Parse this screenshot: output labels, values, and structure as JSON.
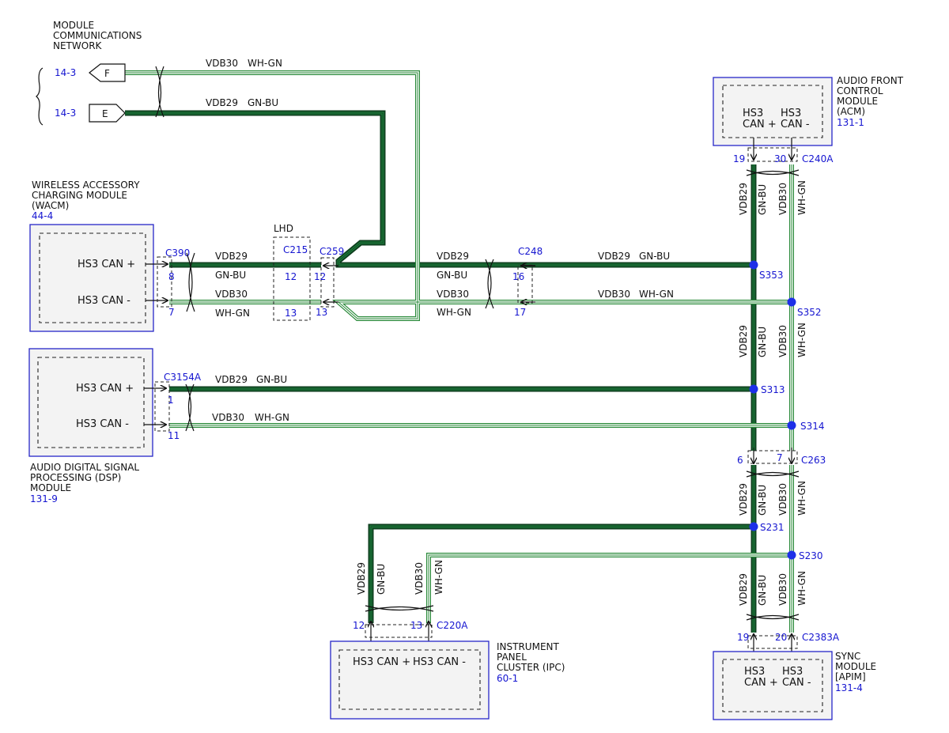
{
  "network": {
    "title": [
      "MODULE",
      "COMMUNICATIONS",
      "NETWORK"
    ],
    "ref_f": "14-3",
    "ref_e": "14-3",
    "conn_f": "F",
    "conn_e": "E"
  },
  "wires": {
    "vdb30": "VDB30",
    "vdb29": "VDB29",
    "wh_gn": "WH-GN",
    "gn_bu": "GN-BU"
  },
  "wacm": {
    "title": [
      "WIRELESS ACCESSORY",
      "CHARGING MODULE",
      "(WACM)"
    ],
    "ref": "44-4",
    "can_plus": "HS3 CAN +",
    "can_minus": "HS3 CAN -",
    "connector": "C390",
    "pin_plus": "8",
    "pin_minus": "7"
  },
  "lhd": {
    "label": "LHD",
    "connector": "C215",
    "pin_a": "12",
    "pin_b": "13"
  },
  "c259": {
    "connector": "C259",
    "pin_a": "12",
    "pin_b": "13"
  },
  "c248": {
    "connector": "C248",
    "pin_a": "16",
    "pin_b": "17"
  },
  "acm": {
    "title": [
      "AUDIO FRONT",
      "CONTROL",
      "MODULE",
      "(ACM)"
    ],
    "ref": "131-1",
    "can_plus": [
      "HS3",
      "CAN +"
    ],
    "can_minus": [
      "HS3",
      "CAN -"
    ],
    "connector": "C240A",
    "pin_plus": "19",
    "pin_minus": "30"
  },
  "dsp": {
    "title": [
      "AUDIO DIGITAL SIGNAL",
      "PROCESSING (DSP)",
      "MODULE"
    ],
    "ref": "131-9",
    "can_plus": "HS3 CAN +",
    "can_minus": "HS3 CAN -",
    "connector": "C3154A",
    "pin_plus": "1",
    "pin_minus": "11"
  },
  "splices": [
    "S353",
    "S352",
    "S313",
    "S314",
    "S231",
    "S230"
  ],
  "c263": {
    "connector": "C263",
    "pin_a": "6",
    "pin_b": "7"
  },
  "ipc": {
    "title": [
      "INSTRUMENT",
      "PANEL",
      "CLUSTER (IPC)"
    ],
    "ref": "60-1",
    "can_plus": "HS3 CAN +",
    "can_minus": "HS3 CAN -",
    "connector": "C220A",
    "pin_plus": "12",
    "pin_minus": "13"
  },
  "sync": {
    "title": [
      "SYNC",
      "MODULE",
      "[APIM]"
    ],
    "ref": "131-4",
    "can_plus": [
      "HS3",
      "CAN +"
    ],
    "can_minus": [
      "HS3",
      "CAN -"
    ],
    "connector": "C2383A",
    "pin_plus": "19",
    "pin_minus": "20"
  }
}
